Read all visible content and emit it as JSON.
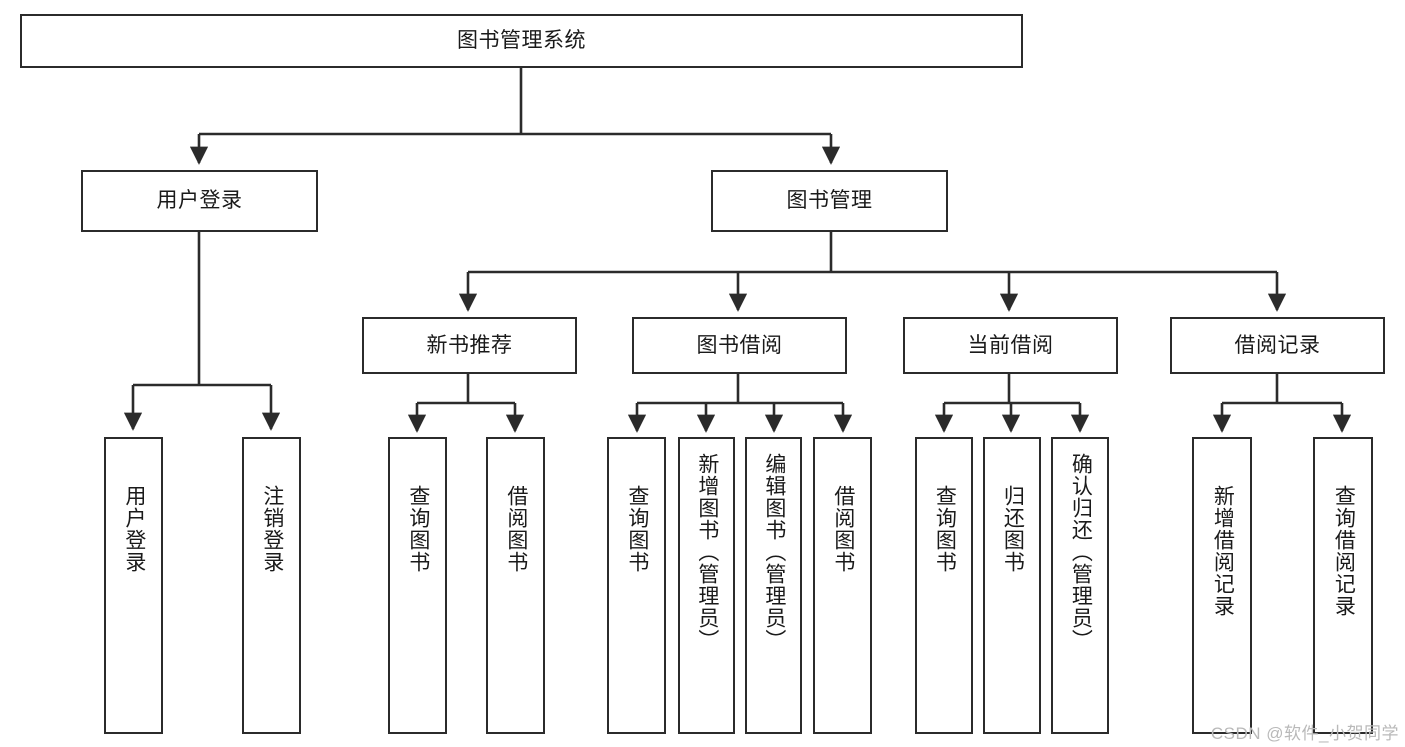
{
  "diagram": {
    "type": "tree-hierarchy-flowchart",
    "orientation": "top-down",
    "title": "图书管理系统",
    "stroke_color": "#2b2b2b",
    "fill_color": "#ffffff",
    "text_color": "#1a1a1a",
    "levels": [
      {
        "level": 1,
        "nodes": [
          {
            "id": "root",
            "label": "图书管理系统",
            "text_direction": "horizontal"
          }
        ]
      },
      {
        "level": 2,
        "nodes": [
          {
            "id": "login",
            "label": "用户登录",
            "text_direction": "horizontal"
          },
          {
            "id": "bookmgmt",
            "label": "图书管理",
            "text_direction": "horizontal"
          }
        ]
      },
      {
        "level": 3,
        "nodes": [
          {
            "id": "newbook",
            "label": "新书推荐",
            "text_direction": "horizontal"
          },
          {
            "id": "borrow",
            "label": "图书借阅",
            "text_direction": "horizontal"
          },
          {
            "id": "current",
            "label": "当前借阅",
            "text_direction": "horizontal"
          },
          {
            "id": "record",
            "label": "借阅记录",
            "text_direction": "horizontal"
          }
        ]
      },
      {
        "level": 4,
        "nodes": [
          {
            "id": "leaf-1",
            "label": "用户登录",
            "text_direction": "vertical",
            "parent": "login"
          },
          {
            "id": "leaf-2",
            "label": "注销登录",
            "text_direction": "vertical",
            "parent": "login"
          },
          {
            "id": "leaf-3",
            "label": "查询图书",
            "text_direction": "vertical",
            "parent": "newbook"
          },
          {
            "id": "leaf-4",
            "label": "借阅图书",
            "text_direction": "vertical",
            "parent": "newbook"
          },
          {
            "id": "leaf-5",
            "label": "查询图书",
            "text_direction": "vertical",
            "parent": "borrow"
          },
          {
            "id": "leaf-6",
            "label": "新增图书（管理员）",
            "text_direction": "vertical",
            "parent": "borrow"
          },
          {
            "id": "leaf-7",
            "label": "编辑图书（管理员）",
            "text_direction": "vertical",
            "parent": "borrow"
          },
          {
            "id": "leaf-8",
            "label": "借阅图书",
            "text_direction": "vertical",
            "parent": "borrow"
          },
          {
            "id": "leaf-9",
            "label": "查询图书",
            "text_direction": "vertical",
            "parent": "current"
          },
          {
            "id": "leaf-10",
            "label": "归还图书",
            "text_direction": "vertical",
            "parent": "current"
          },
          {
            "id": "leaf-11",
            "label": "确认归还（管理员）",
            "text_direction": "vertical",
            "parent": "current"
          },
          {
            "id": "leaf-12",
            "label": "新增借阅记录",
            "text_direction": "vertical",
            "parent": "record"
          },
          {
            "id": "leaf-13",
            "label": "查询借阅记录",
            "text_direction": "vertical",
            "parent": "record"
          }
        ]
      }
    ],
    "edges": [
      {
        "from": "root",
        "to": "login"
      },
      {
        "from": "root",
        "to": "bookmgmt"
      },
      {
        "from": "bookmgmt",
        "to": "newbook"
      },
      {
        "from": "bookmgmt",
        "to": "borrow"
      },
      {
        "from": "bookmgmt",
        "to": "current"
      },
      {
        "from": "bookmgmt",
        "to": "record"
      },
      {
        "from": "login",
        "to": "leaf-1"
      },
      {
        "from": "login",
        "to": "leaf-2"
      },
      {
        "from": "newbook",
        "to": "leaf-3"
      },
      {
        "from": "newbook",
        "to": "leaf-4"
      },
      {
        "from": "borrow",
        "to": "leaf-5"
      },
      {
        "from": "borrow",
        "to": "leaf-6"
      },
      {
        "from": "borrow",
        "to": "leaf-7"
      },
      {
        "from": "borrow",
        "to": "leaf-8"
      },
      {
        "from": "current",
        "to": "leaf-9"
      },
      {
        "from": "current",
        "to": "leaf-10"
      },
      {
        "from": "current",
        "to": "leaf-11"
      },
      {
        "from": "record",
        "to": "leaf-12"
      },
      {
        "from": "record",
        "to": "leaf-13"
      }
    ]
  },
  "watermark": {
    "text": "CSDN @软件_小贺同学"
  }
}
